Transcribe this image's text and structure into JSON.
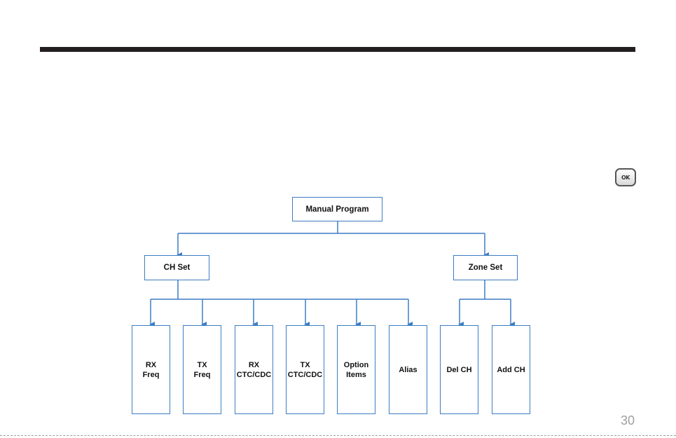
{
  "diagram": {
    "root": "Manual Program",
    "branches": [
      {
        "label": "CH Set",
        "children": [
          "RX\nFreq",
          "TX\nFreq",
          "RX\nCTC/CDC",
          "TX\nCTC/CDC",
          "Option\nItems",
          "Alias"
        ]
      },
      {
        "label": "Zone Set",
        "children": [
          "Del CH",
          "Add CH"
        ]
      }
    ]
  },
  "ok_key": {
    "label": "OK"
  },
  "page_number": "30",
  "colors": {
    "connector": "#3d7cc4",
    "rule": "#231f20"
  }
}
